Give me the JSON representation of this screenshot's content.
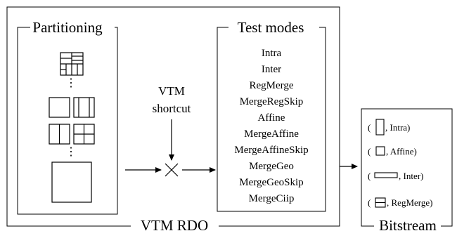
{
  "vtm_rdo": {
    "title": "VTM RDO",
    "partitioning": {
      "title": "Partitioning",
      "ellipsis": "⋮"
    },
    "shortcut": {
      "line1": "VTM",
      "line2": "shortcut"
    },
    "test_modes": {
      "title": "Test modes",
      "items": [
        "Intra",
        "Inter",
        "RegMerge",
        "MergeRegSkip",
        "Affine",
        "MergeAffine",
        "MergeAffineSkip",
        "MergeGeo",
        "MergeGeoSkip",
        "MergeCiip"
      ]
    }
  },
  "bitstream": {
    "title": "Bitstream",
    "entries": [
      {
        "open": "(",
        "mode": ", Intra)"
      },
      {
        "open": "(",
        "mode": ", Affine)"
      },
      {
        "open": "(",
        "mode": ", Inter)"
      },
      {
        "open": "(",
        "mode": ", RegMerge)"
      }
    ]
  }
}
